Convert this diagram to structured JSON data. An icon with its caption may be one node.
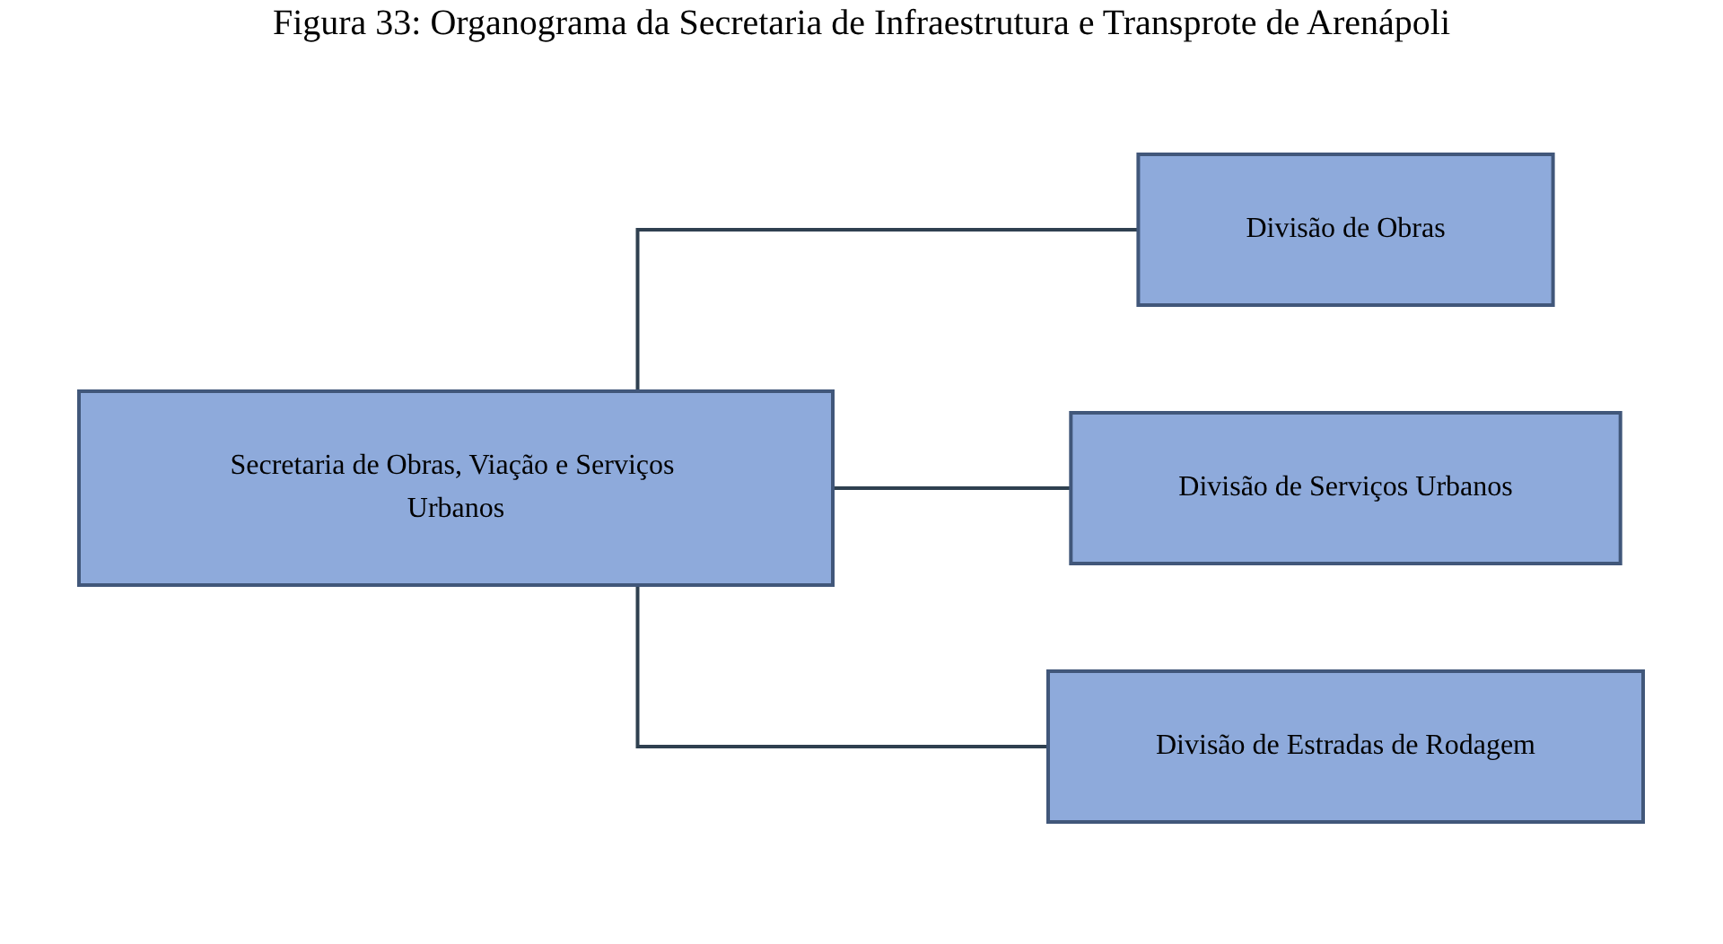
{
  "diagram": {
    "title": "Figura 33: Organograma da Secretaria de Infraestrutura e Transprote de Arenápoli",
    "nodes": [
      {
        "text": [
          "Secretaria de Obras, Viação e Serviços Urbanos"
        ]
      },
      {
        "text": [
          "Divisão de Obras"
        ]
      },
      {
        "text": [
          "Divisão de Serviços Urbanos"
        ]
      },
      {
        "text": [
          "Divisão de Estradas de Rodagem"
        ]
      }
    ],
    "edges": [
      {
        "from": 0,
        "to": 1,
        "arrow": "none"
      },
      {
        "from": 0,
        "to": 2,
        "arrow": "none"
      },
      {
        "from": 0,
        "to": 3,
        "arrow": "none"
      }
    ]
  }
}
